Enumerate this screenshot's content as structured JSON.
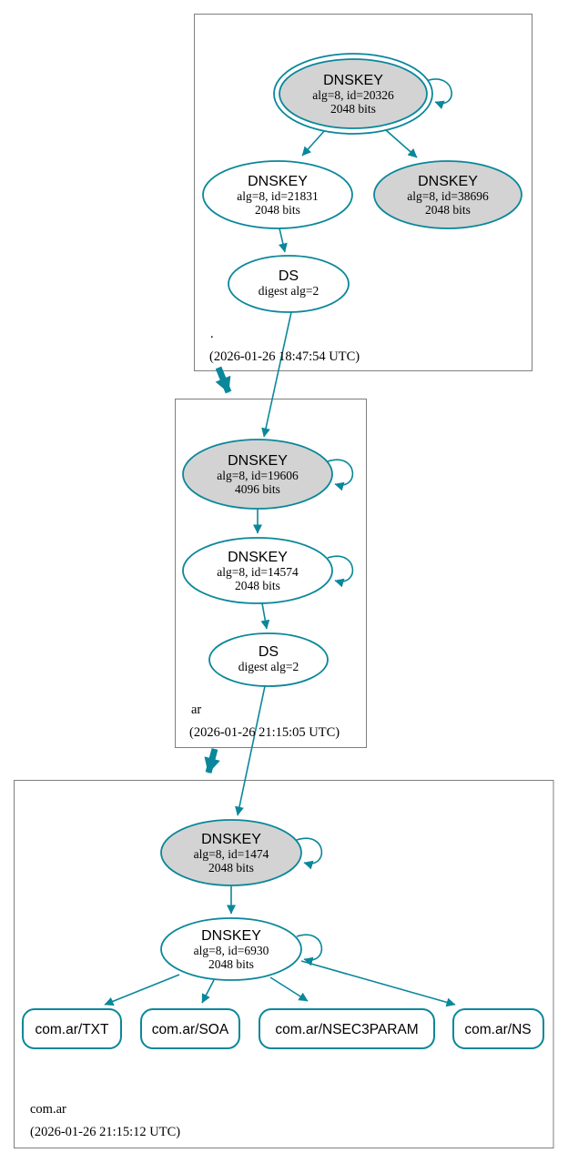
{
  "diagram_type": "dnssec-authentication-chain",
  "colors": {
    "accent_teal": "#0a879a",
    "ksk_fill_gray": "#d3d3d3",
    "zone_box_gray": "#7e7e7e",
    "background": "#ffffff",
    "text": "#000000"
  },
  "zones": [
    {
      "label": ".",
      "timestamp": "(2026-01-26 18:47:54 UTC)",
      "nodes": {
        "ksk": {
          "title": "DNSKEY",
          "detail": "alg=8, id=20326",
          "bits": "2048 bits"
        },
        "zsk": {
          "title": "DNSKEY",
          "detail": "alg=8, id=21831",
          "bits": "2048 bits"
        },
        "extra": {
          "title": "DNSKEY",
          "detail": "alg=8, id=38696",
          "bits": "2048 bits"
        },
        "ds": {
          "title": "DS",
          "detail": "digest alg=2"
        }
      }
    },
    {
      "label": "ar",
      "timestamp": "(2026-01-26 21:15:05 UTC)",
      "nodes": {
        "ksk": {
          "title": "DNSKEY",
          "detail": "alg=8, id=19606",
          "bits": "4096 bits"
        },
        "zsk": {
          "title": "DNSKEY",
          "detail": "alg=8, id=14574",
          "bits": "2048 bits"
        },
        "ds": {
          "title": "DS",
          "detail": "digest alg=2"
        }
      }
    },
    {
      "label": "com.ar",
      "timestamp": "(2026-01-26 21:15:12 UTC)",
      "nodes": {
        "ksk": {
          "title": "DNSKEY",
          "detail": "alg=8, id=1474",
          "bits": "2048 bits"
        },
        "zsk": {
          "title": "DNSKEY",
          "detail": "alg=8, id=6930",
          "bits": "2048 bits"
        }
      },
      "rrsets": [
        {
          "label": "com.ar/TXT"
        },
        {
          "label": "com.ar/SOA"
        },
        {
          "label": "com.ar/NSEC3PARAM"
        },
        {
          "label": "com.ar/NS"
        }
      ]
    }
  ]
}
